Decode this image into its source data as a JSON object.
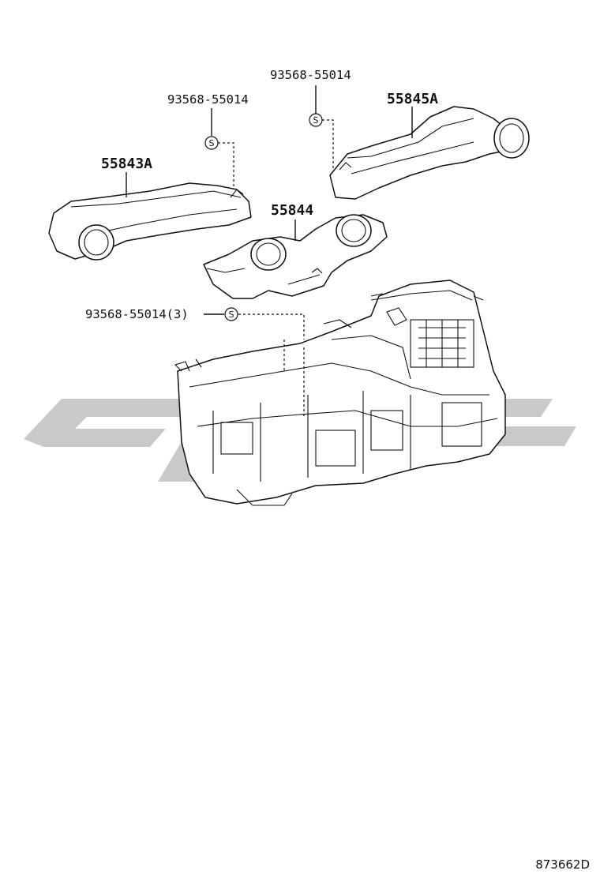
{
  "labels": {
    "bolt_center_top": "93568-55014",
    "bolt_left": "93568-55014",
    "bolt_lower": "93568-55014(3)",
    "duct_right": "55845A",
    "duct_left": "55843A",
    "duct_center": "55844"
  },
  "symbol_text": "S",
  "diagram_code": "873662D"
}
